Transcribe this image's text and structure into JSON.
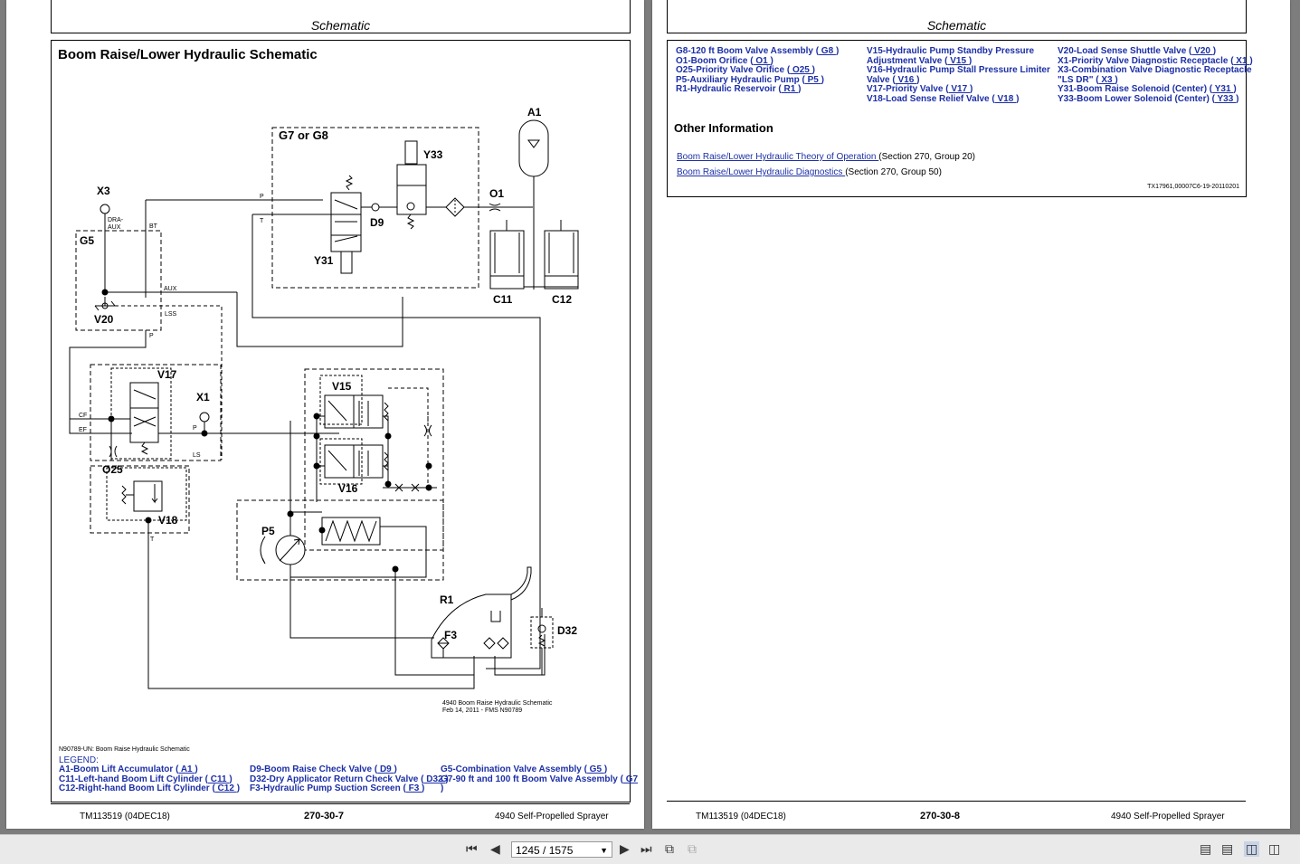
{
  "left_page": {
    "header": "Schematic",
    "schematic_title": "Boom Raise/Lower Hydraulic Schematic",
    "labels": {
      "g7g8": "G7 or G8",
      "y33": "Y33",
      "a1": "A1",
      "x3": "X3",
      "o1": "O1",
      "d9": "D9",
      "g5": "G5",
      "y31": "Y31",
      "c11": "C11",
      "c12": "C12",
      "v20": "V20",
      "v17": "V17",
      "x1": "X1",
      "v15": "V15",
      "o25": "O25",
      "v16": "V16",
      "v18": "V18",
      "p5": "P5",
      "r1": "R1",
      "f3": "F3",
      "d32": "D32",
      "port_p1": "P",
      "port_t1": "T",
      "port_bt": "BT",
      "port_dra": "DRA-",
      "port_aux1": "AUX",
      "port_aux2": "AUX",
      "port_lss": "LSS",
      "port_p2": "P",
      "port_cf": "CF",
      "port_ef": "EF",
      "port_p3": "P",
      "port_ls": "LS",
      "port_t2": "T"
    },
    "figure_caption_1": "4940 Boom Raise Hydraulic Schematic",
    "figure_caption_2": "Feb 14, 2011 - FMS N90789",
    "figure_id": "N90789-UN: Boom Raise Hydraulic Schematic",
    "legend_label": "LEGEND:",
    "legend_col1": [
      {
        "text": "A1-Boom Lift Accumulator (",
        "code": " A1 ",
        "close": ")"
      },
      {
        "text": "C11-Left-hand Boom Lift Cylinder (",
        "code": " C11 ",
        "close": ")"
      },
      {
        "text": "C12-Right-hand Boom Lift Cylinder (",
        "code": " C12 ",
        "close": ")"
      }
    ],
    "legend_col2": [
      {
        "text": "D9-Boom Raise Check Valve (",
        "code": " D9 ",
        "close": ")"
      },
      {
        "text": "D32-Dry Applicator Return Check Valve (",
        "code": " D32 ",
        "close": ")"
      },
      {
        "text": "F3-Hydraulic Pump Suction Screen (",
        "code": " F3 ",
        "close": ")"
      }
    ],
    "legend_col3": [
      {
        "text": "G5-Combination Valve Assembly (",
        "code": " G5 ",
        "close": ")"
      },
      {
        "text": "G7-90 ft and 100 ft Boom Valve Assembly (",
        "code": " G7 ",
        "close": ""
      },
      {
        "text": "",
        "code": "",
        "close": ")"
      }
    ],
    "footer": {
      "doc": "TM113519 (04DEC18)",
      "page": "270-30-7",
      "model": "4940 Self-Propelled Sprayer"
    }
  },
  "right_page": {
    "header": "Schematic",
    "legend_col1": [
      {
        "text": "G8-120 ft Boom Valve Assembly (",
        "code": " G8 ",
        "close": ")"
      },
      {
        "text": "O1-Boom Orifice (",
        "code": " O1 ",
        "close": ")"
      },
      {
        "text": "O25-Priority Valve Orifice (",
        "code": " O25 ",
        "close": ")"
      },
      {
        "text": "P5-Auxiliary Hydraulic Pump (",
        "code": " P5 ",
        "close": ")"
      },
      {
        "text": "R1-Hydraulic Reservoir (",
        "code": " R1 ",
        "close": ")"
      }
    ],
    "legend_col2": [
      {
        "text": "V15-Hydraulic    Pump    Standby    Pressure",
        "code": "",
        "close": ""
      },
      {
        "text": "Adjustment Valve (",
        "code": " V15 ",
        "close": ")"
      },
      {
        "text": "V16-Hydraulic  Pump  Stall  Pressure  Limiter",
        "code": "",
        "close": ""
      },
      {
        "text": "Valve (",
        "code": " V16 ",
        "close": ")"
      },
      {
        "text": "V17-Priority Valve (",
        "code": " V17 ",
        "close": ")"
      },
      {
        "text": "V18-Load Sense Relief Valve (",
        "code": " V18 ",
        "close": ")"
      }
    ],
    "legend_col3": [
      {
        "text": "V20-Load Sense Shuttle Valve (",
        "code": " V20 ",
        "close": ")"
      },
      {
        "text": "X1-Priority Valve Diagnostic Receptacle (",
        "code": " X1 ",
        "close": ")"
      },
      {
        "text": "X3-Combination Valve Diagnostic Receptacle",
        "code": "",
        "close": ""
      },
      {
        "text": "\"LS DR\" (",
        "code": " X3 ",
        "close": ")"
      },
      {
        "text": "Y31-Boom Raise Solenoid (Center) (",
        "code": " Y31 ",
        "close": ")"
      },
      {
        "text": "Y33-Boom Lower Solenoid (Center) (",
        "code": " Y33 ",
        "close": ")"
      }
    ],
    "other_info_title": "Other Information",
    "links": [
      {
        "link": "Boom Raise/Lower Hydraulic Theory of Operation ",
        "suffix": "(Section 270, Group 20)"
      },
      {
        "link": "Boom Raise/Lower Hydraulic Diagnostics ",
        "suffix": "(Section 270, Group 50)"
      }
    ],
    "ref_code": "TX17961,00007C6-19-20110201",
    "footer": {
      "doc": "TM113519 (04DEC18)",
      "page": "270-30-8",
      "model": "4940 Self-Propelled Sprayer"
    }
  },
  "toolbar": {
    "page_indicator": "1245 / 1575",
    "first_icon": "first-page-icon",
    "prev_icon": "prev-page-icon",
    "next_icon": "next-page-icon",
    "last_icon": "last-page-icon"
  }
}
